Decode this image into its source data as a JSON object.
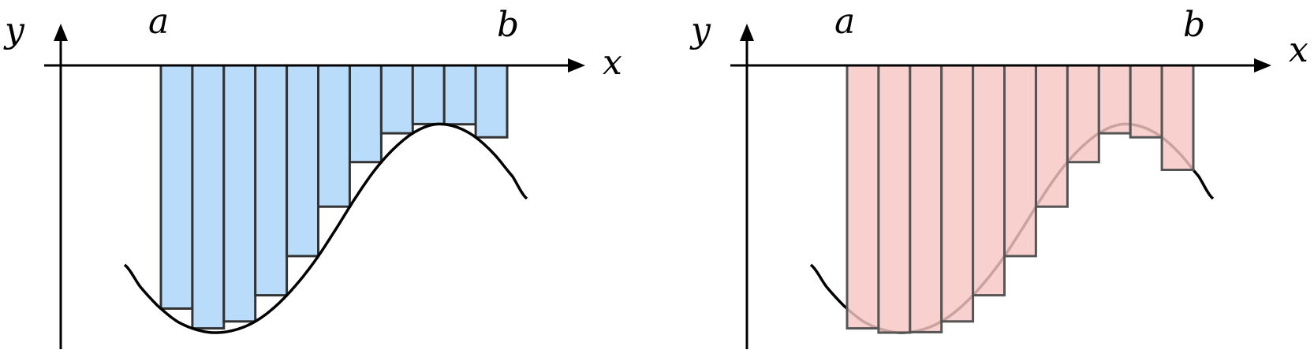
{
  "labels": {
    "y": "y",
    "x": "x",
    "a": "a",
    "b": "b"
  },
  "colors": {
    "axis": "#000000",
    "curve": "#000000",
    "left_fill": "#b8dcfa",
    "left_stroke": "#333333",
    "right_fill": "#f6c6c3",
    "right_stroke": "#555555"
  },
  "panels": [
    {
      "id": "left",
      "variant": "upper",
      "rect_opacity": 1.0,
      "curve_on_top": false
    },
    {
      "id": "right",
      "variant": "lower",
      "rect_opacity": 0.82,
      "curve_on_top": false
    }
  ],
  "rectangle_count": 11
}
